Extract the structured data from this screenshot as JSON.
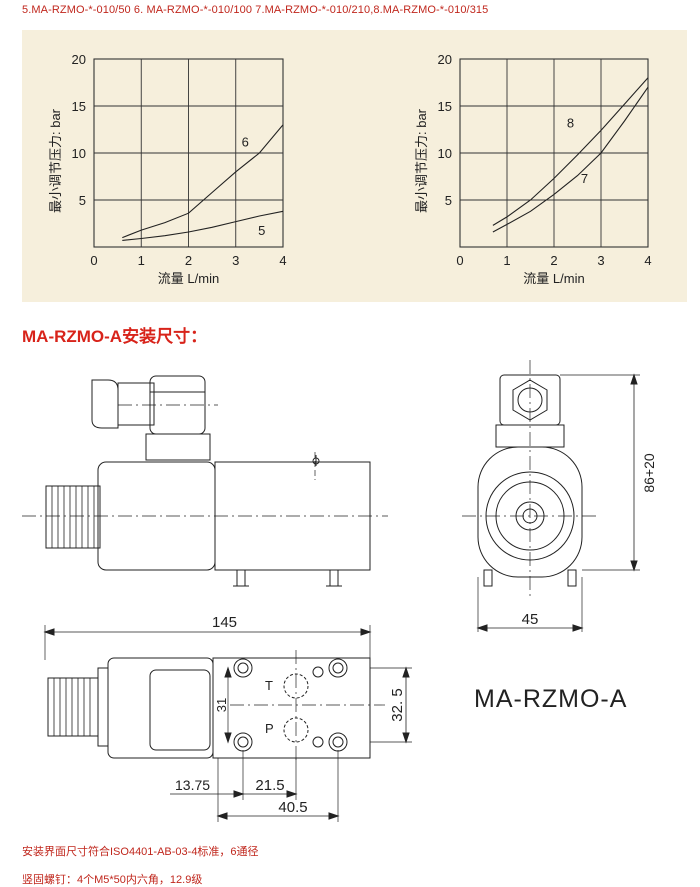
{
  "header": {
    "caption": "5.MA-RZMO-*-010/50 6. MA-RZMO-*-010/100 7.MA-RZMO-*-010/210,8.MA-RZMO-*-010/315"
  },
  "chart_data": [
    {
      "type": "line",
      "ylabel": "最小调节压力: bar",
      "xlabel": "流量 L/min",
      "xlim": [
        0,
        4
      ],
      "ylim": [
        0,
        20
      ],
      "x_ticks": [
        "0",
        "1",
        "2",
        "3",
        "4"
      ],
      "y_ticks": [
        "5",
        "10",
        "15",
        "20"
      ],
      "grid": true,
      "series": [
        {
          "name": "6",
          "x": [
            0.6,
            1.0,
            1.5,
            2.0,
            2.5,
            3.0,
            3.5,
            4.0
          ],
          "y": [
            1.0,
            1.8,
            2.6,
            3.6,
            5.8,
            8.0,
            10.0,
            13.0
          ]
        },
        {
          "name": "5",
          "x": [
            0.6,
            1.0,
            1.5,
            2.0,
            2.5,
            3.0,
            3.5,
            4.0
          ],
          "y": [
            0.7,
            0.9,
            1.2,
            1.6,
            2.1,
            2.7,
            3.3,
            3.8
          ]
        }
      ]
    },
    {
      "type": "line",
      "ylabel": "最小调节压力: bar",
      "xlabel": "流量 L/min",
      "xlim": [
        0,
        4
      ],
      "ylim": [
        0,
        20
      ],
      "x_ticks": [
        "0",
        "1",
        "2",
        "3",
        "4"
      ],
      "y_ticks": [
        "5",
        "10",
        "15",
        "20"
      ],
      "grid": true,
      "series": [
        {
          "name": "8",
          "x": [
            0.7,
            1.0,
            1.5,
            2.0,
            2.5,
            3.0,
            3.5,
            4.0
          ],
          "y": [
            2.3,
            3.2,
            5.0,
            7.3,
            9.8,
            12.4,
            15.2,
            18.0
          ]
        },
        {
          "name": "7",
          "x": [
            0.7,
            1.0,
            1.5,
            2.0,
            2.5,
            3.0,
            3.5,
            4.0
          ],
          "y": [
            1.6,
            2.4,
            3.8,
            5.6,
            7.6,
            10.0,
            13.4,
            17.0
          ]
        }
      ]
    }
  ],
  "section_title": "MA-RZMO-A安装尺寸：",
  "drawing": {
    "dim_145": "145",
    "dim_86_20": "86+20",
    "dim_45": "45",
    "dim_31": "31",
    "dim_32_5": "32. 5",
    "dim_13_75": "13.75",
    "dim_21_5": "21.5",
    "dim_40_5": "40.5",
    "port_t": "T",
    "port_p": "P",
    "model_label": "MA-RZMO-A"
  },
  "notes": {
    "interface": "安装界面尺寸符合ISO4401-AB-03-4标准，6通径",
    "bolts": "竖固螺钉：4个M5*50内六角，12.9级"
  }
}
